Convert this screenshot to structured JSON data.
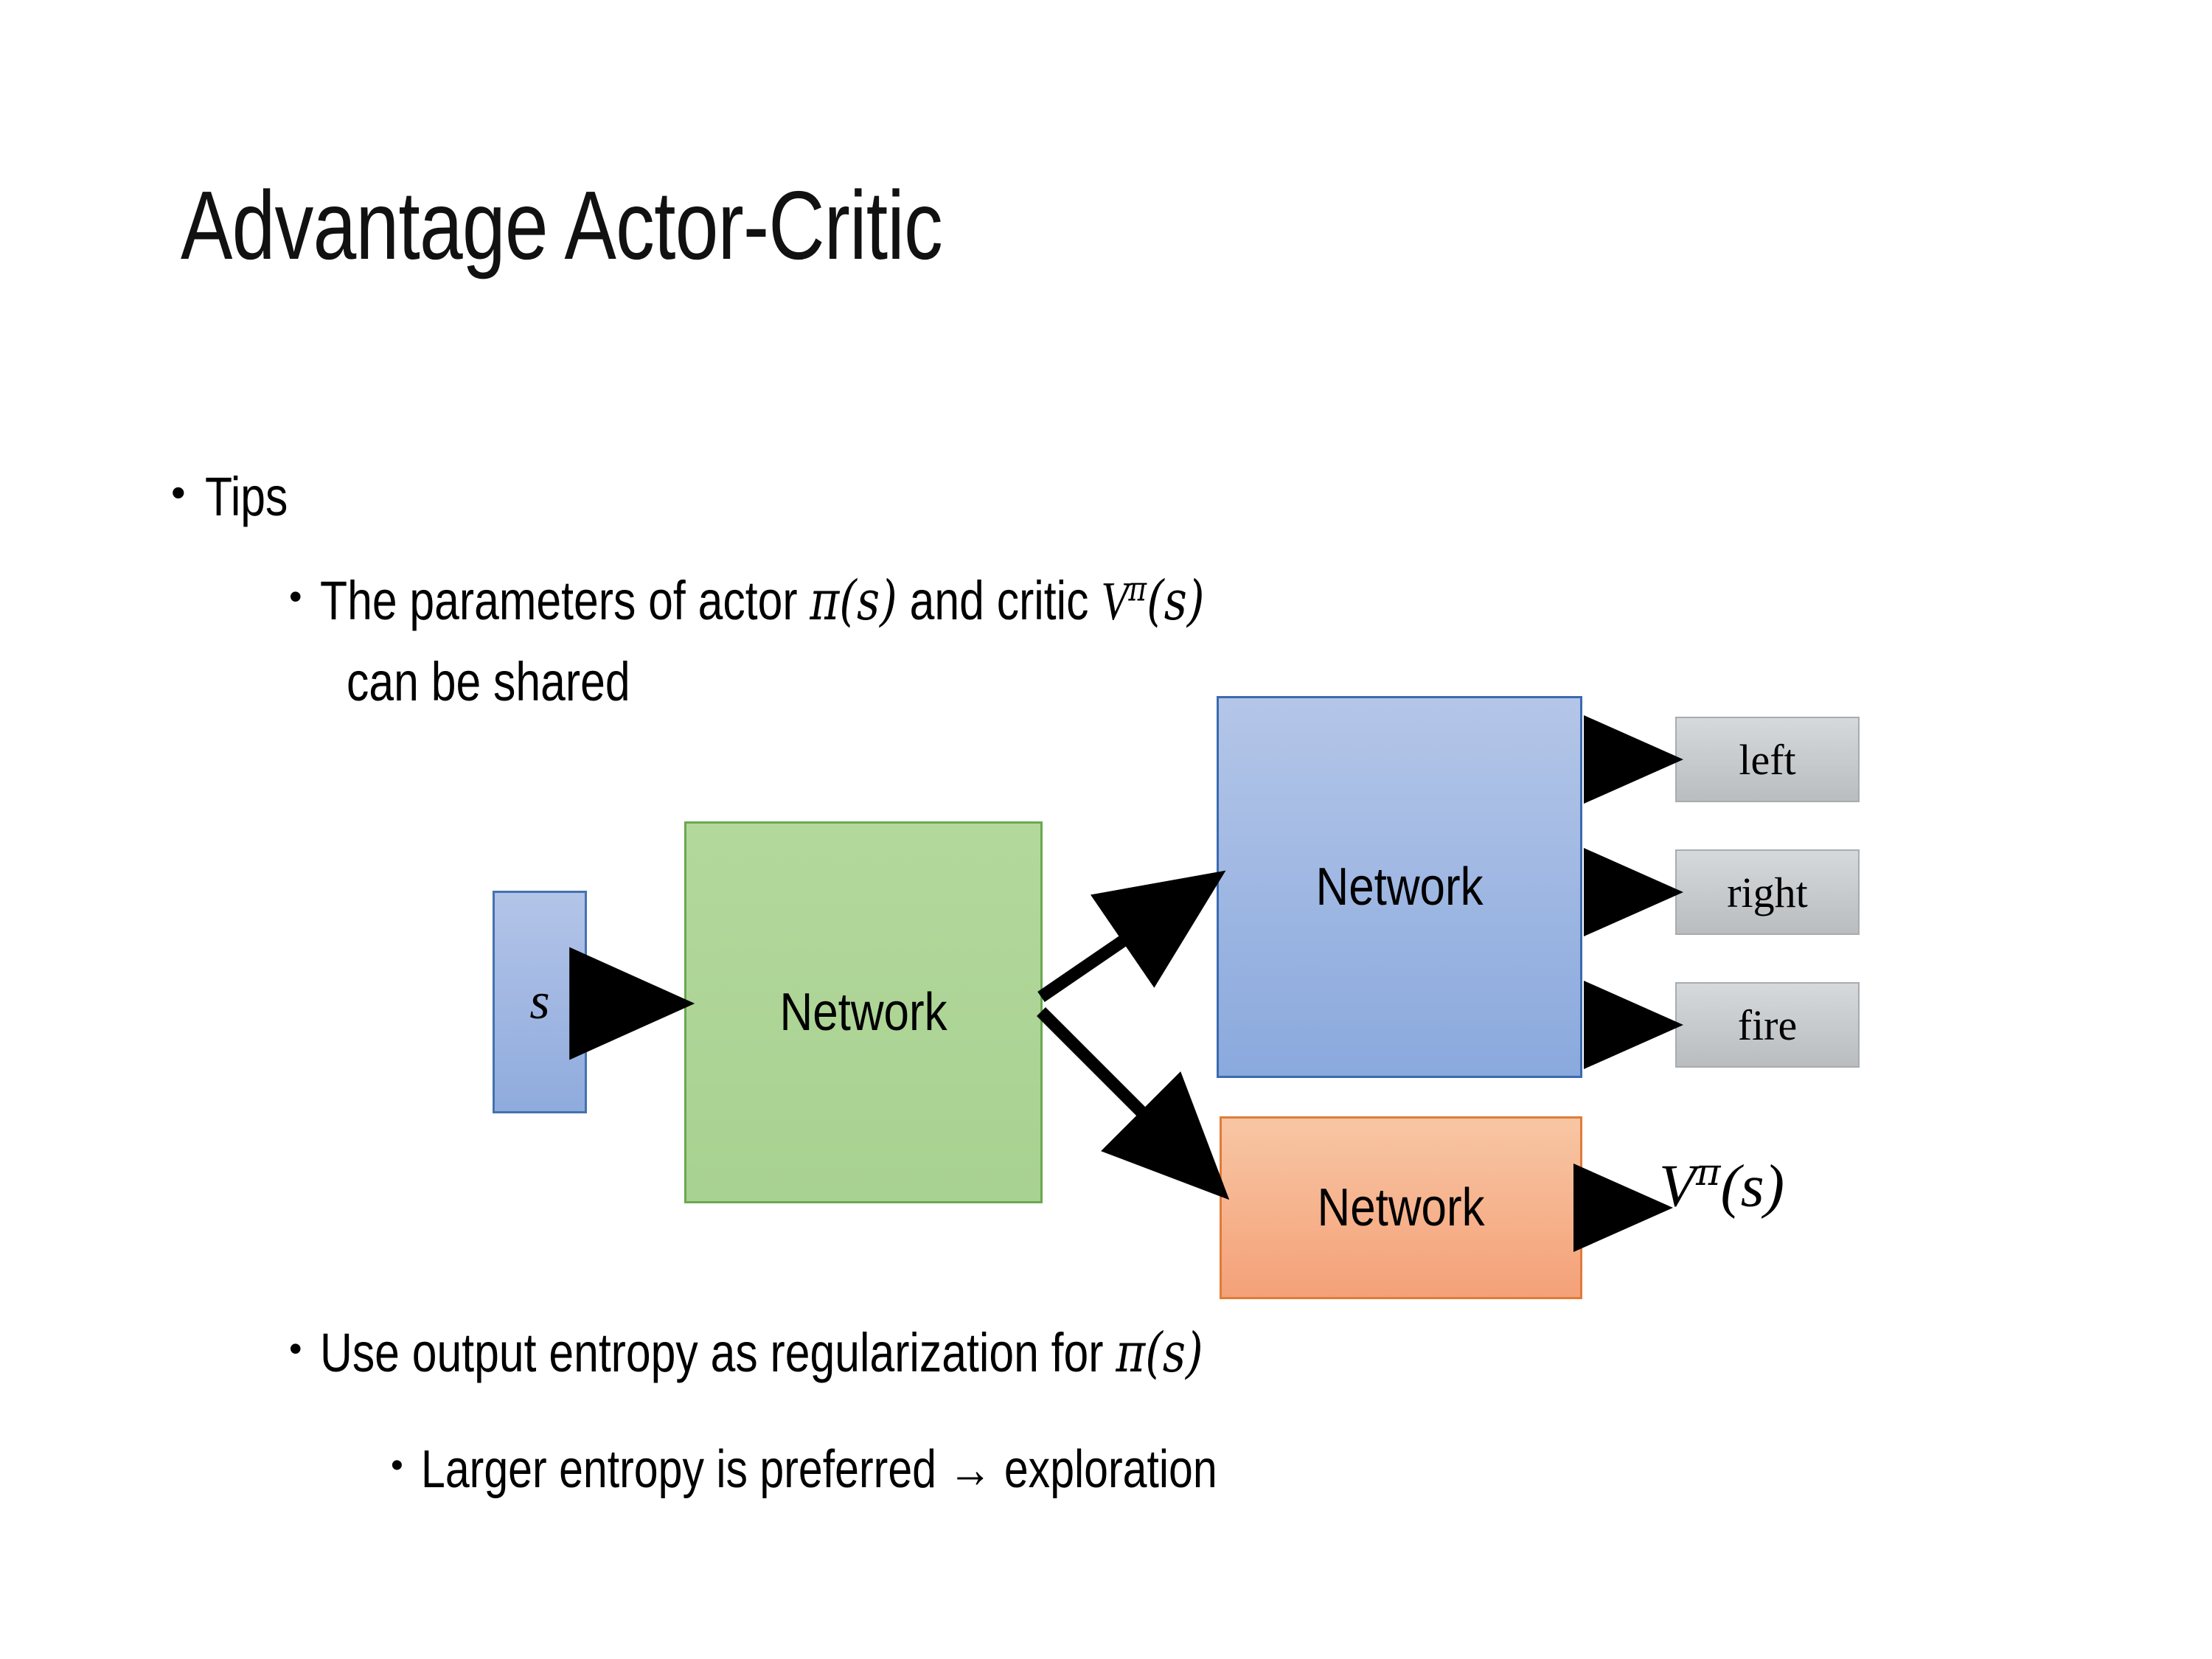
{
  "slide": {
    "title": "Advantage Actor-Critic",
    "background_color": "#ffffff",
    "text_color": "#000000"
  },
  "bullets": {
    "tips": {
      "marker": "•",
      "text": "Tips"
    },
    "shared_params": {
      "marker": "•",
      "line1_prefix": "The parameters of actor ",
      "line1_math1": "π(s)",
      "line1_mid": "  and critic ",
      "line1_math2_base": "V",
      "line1_math2_sup": "π",
      "line1_math2_arg": "(s)",
      "line2": "can be shared"
    },
    "entropy": {
      "marker": "•",
      "text_prefix": "Use output entropy as regularization for ",
      "math": "π(s)"
    },
    "larger_entropy": {
      "marker": "•",
      "text": "Larger entropy is preferred → exploration"
    }
  },
  "diagram": {
    "input_box": {
      "label": "s",
      "fill": "#9ab3e0",
      "border": "#4472b0"
    },
    "shared_network": {
      "label": "Network",
      "fill": "#aed394",
      "border": "#6aa84f"
    },
    "actor_network": {
      "label": "Network",
      "fill": "#9fb7e3",
      "border": "#3b6ab0"
    },
    "critic_network": {
      "label": "Network",
      "fill": "#f5ac84",
      "border": "#e07b39"
    },
    "actions": [
      {
        "label": "left",
        "fill": "#c6cacd",
        "border": "#a9acae"
      },
      {
        "label": "right",
        "fill": "#c6cacd",
        "border": "#a9acae"
      },
      {
        "label": "fire",
        "fill": "#c6cacd",
        "border": "#a9acae"
      }
    ],
    "value_output": {
      "base": "V",
      "superscript": "π",
      "argument": "(s)"
    },
    "arrow_color": "#000000"
  }
}
